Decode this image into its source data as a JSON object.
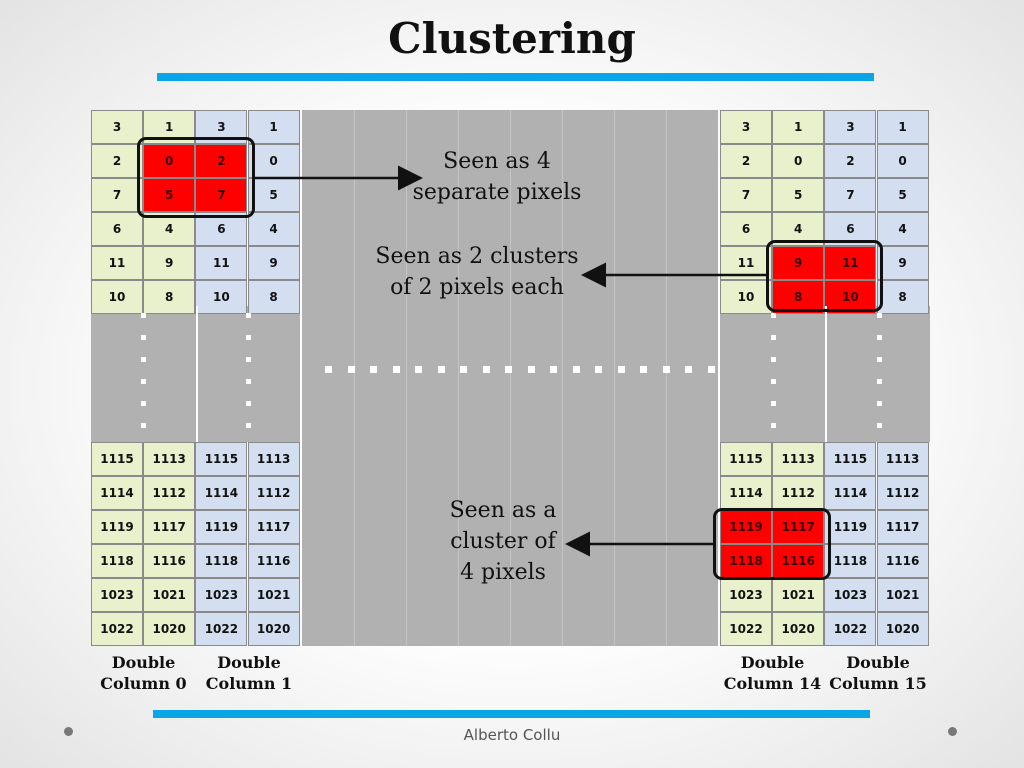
{
  "title": "Clustering",
  "left_block": {
    "top_rows": [
      [
        "3",
        "1",
        "3",
        "1"
      ],
      [
        "2",
        "0",
        "2",
        "0"
      ],
      [
        "7",
        "5",
        "7",
        "5"
      ],
      [
        "6",
        "4",
        "6",
        "4"
      ],
      [
        "11",
        "9",
        "11",
        "9"
      ],
      [
        "10",
        "8",
        "10",
        "8"
      ]
    ],
    "bottom_rows": [
      [
        "1115",
        "1113",
        "1115",
        "1113"
      ],
      [
        "1114",
        "1112",
        "1114",
        "1112"
      ],
      [
        "1119",
        "1117",
        "1119",
        "1117"
      ],
      [
        "1118",
        "1116",
        "1118",
        "1116"
      ],
      [
        "1023",
        "1021",
        "1023",
        "1021"
      ],
      [
        "1022",
        "1020",
        "1022",
        "1020"
      ]
    ],
    "col_labels": [
      "Double\nColumn 0",
      "Double\nColumn 1"
    ]
  },
  "right_block": {
    "top_rows": [
      [
        "3",
        "1",
        "3",
        "1"
      ],
      [
        "2",
        "0",
        "2",
        "0"
      ],
      [
        "7",
        "5",
        "7",
        "5"
      ],
      [
        "6",
        "4",
        "6",
        "4"
      ],
      [
        "11",
        "9",
        "11",
        "9"
      ],
      [
        "10",
        "8",
        "10",
        "8"
      ]
    ],
    "bottom_rows": [
      [
        "1115",
        "1113",
        "1115",
        "1113"
      ],
      [
        "1114",
        "1112",
        "1114",
        "1112"
      ],
      [
        "1119",
        "1117",
        "1119",
        "1117"
      ],
      [
        "1118",
        "1116",
        "1118",
        "1116"
      ],
      [
        "1023",
        "1021",
        "1023",
        "1021"
      ],
      [
        "1022",
        "1020",
        "1022",
        "1020"
      ]
    ],
    "col_labels": [
      "Double\nColumn 14",
      "Double\nColumn 15"
    ]
  },
  "annotations": {
    "separate": "Seen as 4\nseparate pixels",
    "two_clusters": "Seen as 2 clusters\nof 2 pixels each",
    "one_cluster": "Seen as a\ncluster of\n4 pixels"
  },
  "author": "Alberto Collu",
  "colors": {
    "accent_bar": "#0aa5e6",
    "cell_green": "#e8f0cc",
    "cell_blue": "#d3dff0",
    "highlight_red": "#ff0000",
    "gap_gray": "#b1b1b1"
  }
}
